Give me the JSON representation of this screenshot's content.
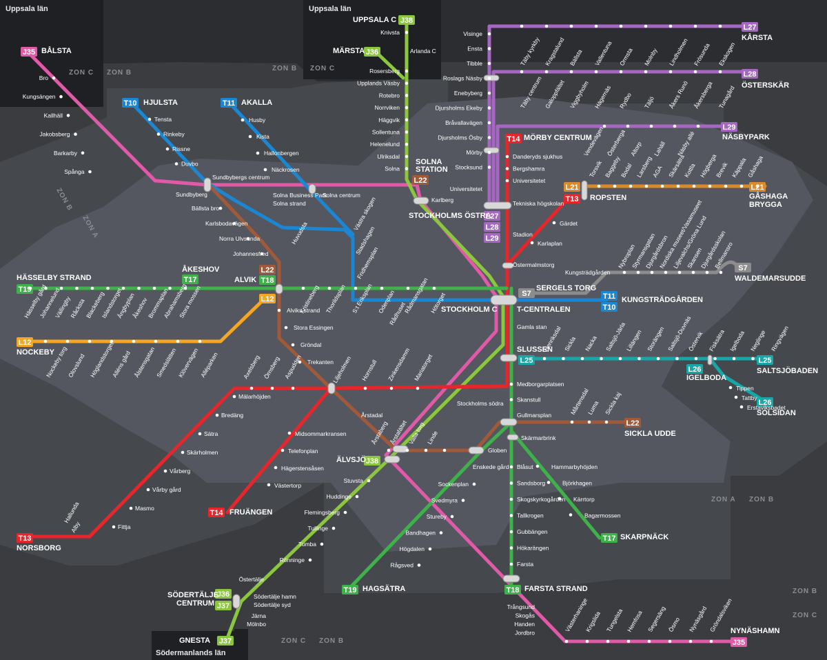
{
  "regions": {
    "uppsala_left": "Uppsala län",
    "uppsala_top": "Uppsala län",
    "sodermanland": "Södermanlands län"
  },
  "zones": [
    {
      "id": "z1",
      "text": "ZON C"
    },
    {
      "id": "z2",
      "text": "ZON B"
    },
    {
      "id": "z3",
      "text": "ZON B"
    },
    {
      "id": "z4",
      "text": "ZON C"
    },
    {
      "id": "z5",
      "text": "ZON B"
    },
    {
      "id": "z6",
      "text": "ZON A"
    },
    {
      "id": "z7",
      "text": "ZON A"
    },
    {
      "id": "z8",
      "text": "ZON B"
    },
    {
      "id": "z9",
      "text": "ZON B"
    },
    {
      "id": "z10",
      "text": "ZON C"
    },
    {
      "id": "z11",
      "text": "ZON C"
    },
    {
      "id": "z12",
      "text": "ZON B"
    }
  ],
  "lines": {
    "T10": {
      "color": "#1b87d3"
    },
    "T11": {
      "color": "#1b87d3"
    },
    "T13": {
      "color": "#e6262b"
    },
    "T14": {
      "color": "#e6262b"
    },
    "T17": {
      "color": "#3fb14a"
    },
    "T18": {
      "color": "#3fb14a"
    },
    "T19": {
      "color": "#3fb14a"
    },
    "L12": {
      "color": "#f5a623"
    },
    "L21": {
      "color": "#d98a2b"
    },
    "L22": {
      "color": "#a05a3a"
    },
    "L25": {
      "color": "#18a7a7"
    },
    "L26": {
      "color": "#18a7a7"
    },
    "L27": {
      "color": "#a667c2"
    },
    "L28": {
      "color": "#a667c2"
    },
    "L29": {
      "color": "#a667c2"
    },
    "S7": {
      "color": "#8c8c8c"
    },
    "J35": {
      "color": "#e05aa8"
    },
    "J36": {
      "color": "#8cc63f"
    },
    "J37": {
      "color": "#8cc63f"
    },
    "J38": {
      "color": "#8cc63f"
    }
  },
  "terminals": [
    {
      "id": "balsta",
      "line": "J35",
      "name": "BÅLSTA"
    },
    {
      "id": "uppsala",
      "line": "J38",
      "name": "UPPSALA C"
    },
    {
      "id": "marsta",
      "line": "J36",
      "name": "MÄRSTA"
    },
    {
      "id": "hjulsta",
      "line": "T10",
      "name": "HJULSTA"
    },
    {
      "id": "akalla",
      "line": "T11",
      "name": "AKALLA"
    },
    {
      "id": "karsta",
      "line": "L27",
      "name": "KÅRSTA"
    },
    {
      "id": "osterskar",
      "line": "L28",
      "name": "ÖSTERSKÄR"
    },
    {
      "id": "nasbypark",
      "line": "L29",
      "name": "NÄSBYPARK"
    },
    {
      "id": "morby",
      "line": "T14",
      "name": "MÖRBY CENTRUM"
    },
    {
      "id": "gashaga",
      "line": "L21",
      "name": "GÅSHAGA"
    },
    {
      "id": "hasselby",
      "line": "T19",
      "name": "HÄSSELBY STRAND"
    },
    {
      "id": "akeshov",
      "line": "T17",
      "name": "ÅKESHOV"
    },
    {
      "id": "nockeby",
      "line": "L12",
      "name": "NOCKEBY"
    },
    {
      "id": "waldemars",
      "line": "S7",
      "name": "WALDEMARSUDDE"
    },
    {
      "id": "kungstradg",
      "line": "T11",
      "name": "KUNGSTRÄDGÅRDEN"
    },
    {
      "id": "saltsjobaden",
      "line": "L25",
      "name": "SALTSJÖBADEN"
    },
    {
      "id": "solsidan",
      "line": "L26",
      "name": "SOLSIDAN"
    },
    {
      "id": "sickla",
      "line": "L22",
      "name": "SICKLA UDDE"
    },
    {
      "id": "skarpnack",
      "line": "T17",
      "name": "SKARPNÄCK"
    },
    {
      "id": "fruangen",
      "line": "T14",
      "name": "FRUÄNGEN"
    },
    {
      "id": "norsborg",
      "line": "T13",
      "name": "NORSBORG"
    },
    {
      "id": "hagsatra",
      "line": "T19",
      "name": "HAGSÄTRA"
    },
    {
      "id": "farsta",
      "line": "T18",
      "name": "FARSTA STRAND"
    },
    {
      "id": "sodertalje",
      "line": "J36",
      "name": "SÖDERTÄLJE"
    },
    {
      "id": "gnesta",
      "line": "J37",
      "name": "GNESTA"
    },
    {
      "id": "nynashamn",
      "line": "J35",
      "name": "NYNÄSHAMN"
    },
    {
      "id": "alvsjo",
      "line": "J38",
      "name": "ÄLVSJÖ"
    }
  ],
  "terminal_extras": {
    "alvik": "ALVIK",
    "ropsten": "ROPSTEN",
    "brygga": "BRYGGA",
    "solna_station": "SOLNA",
    "solna_station2": "STATION",
    "stockholms_ostra": "STOCKHOLMS ÖSTRA",
    "stockholm_c": "STOCKHOLM C",
    "t_centralen": "T-CENTRALEN",
    "slussen": "SLUSSEN",
    "sergels_torg": "SERGELS TORG",
    "igelboda": "IGELBODA",
    "centrum": "CENTRUM"
  },
  "stations": {
    "j35_north": [
      "Bro",
      "Kungsängen",
      "Kallhäll",
      "Jakobsberg",
      "Barkarby",
      "Spånga"
    ],
    "sundbyberg": "Sundbyberg",
    "j_north": [
      "Knivsta",
      "Arlanda C",
      "Rosersberg",
      "Upplands Väsby",
      "Rotebro",
      "Norrviken",
      "Häggvik",
      "Sollentuna",
      "Helenelund",
      "Ulriksdal",
      "Solna"
    ],
    "karlberg": "Karlberg",
    "t10_north": [
      "Tensta",
      "Rinkeby",
      "Rissne",
      "Duvbo",
      "Sundbybergs centrum",
      "Solna Business Park",
      "Solna strand",
      "Huvudsta",
      "Västra skogen",
      "Stadshagen",
      "Fridhemsplan",
      "Rådhuset"
    ],
    "t11_north": [
      "Husby",
      "Kista",
      "Hallonbergen",
      "Näckrosen",
      "Solna centrum"
    ],
    "l22_north": [
      "Bällsta bro",
      "Karlsbodavägen",
      "Norra Ulvsunda",
      "Johannesfred"
    ],
    "l27": [
      "Visinge",
      "Ensta",
      "Tibble",
      "Roslags Näsby",
      "Enebyberg",
      "Djursholms Ekeby",
      "Bråvallavägen",
      "Djursholms Ösby",
      "Mörby",
      "Stocksund",
      "Universitetet",
      "Tekniska högskolan",
      "Stadion"
    ],
    "l27_branch": [
      "Täby kyrkby",
      "Kragstalund",
      "Bällsta",
      "Vallentuna",
      "Ormsta",
      "Molnby",
      "Lindholmen",
      "Frösunda",
      "Ekskogen"
    ],
    "l28_branch": [
      "Täby centrum",
      "Galoppfältet",
      "Viggbyholm",
      "Hägernäs",
      "Rydbo",
      "Täljö",
      "Åkers Runö",
      "Åkersberga",
      "Tunagård"
    ],
    "l29_branch": [
      "Vendevägen",
      "Österberga",
      "Altorp",
      "Lahäll",
      "Näsby allé"
    ],
    "t14_north": [
      "Danderyds sjukhus",
      "Bergshamra",
      "Universitetet",
      "Tekniska högskolan",
      "Stadion",
      "Gärdet",
      "Karlaplan",
      "Östermalmstorg"
    ],
    "l21": [
      "Torsvik",
      "Baggeby",
      "Bodal",
      "Larsberg",
      "AGA",
      "Skärsätra",
      "Kottla",
      "Högberga",
      "Brevik",
      "Käppala",
      "Gåshaga"
    ],
    "green_west": [
      "Hässelby gård",
      "Johannelund",
      "Vällingby",
      "Råcksta",
      "Blackeberg",
      "Islandstorget",
      "Ängbyplan",
      "Åkeshov",
      "Brommaplan",
      "Abrahamsberg",
      "Stora mossen",
      "Kristineberg",
      "Thorildsplan",
      "S:t Eriksplan",
      "Odenplan",
      "Rådmansgatan",
      "Hötorget"
    ],
    "l12": [
      "Nockeby torg",
      "Olovslund",
      "Höglandstorget",
      "Alléns gård",
      "Ålstensgatan",
      "Smedslätten",
      "Klövervägen",
      "Alléparken"
    ],
    "s7": [
      "Kungsträdgården",
      "Nybroplan",
      "Styrmansgatan",
      "Djurgårdsbron",
      "Nordiska museet/Vasamuseet",
      "Liljevalchs/Gröna Lund",
      "Skansen",
      "Djurgårdsskolan",
      "Bellmansro"
    ],
    "l22_south": [
      "Alviks strand",
      "Stora Essingen",
      "Gröndal",
      "Trekanten",
      "Liljeholmen",
      "Årstadal",
      "Årstaberg",
      "Årstafältet",
      "Valla torg",
      "Linde",
      "Globen"
    ],
    "t13_west": [
      "Mälarhöjden",
      "Bredäng",
      "Sätra",
      "Skärholmen",
      "Vårberg",
      "Vårby gård",
      "Masmo",
      "Fittja",
      "Alby",
      "Hallunda",
      "Axelsberg",
      "Örnsberg",
      "Aspudden",
      "Hornstull",
      "Zinkensdamm",
      "Mariatorget"
    ],
    "t14_south": [
      "Midsommarkransen",
      "Telefonplan",
      "Hägerstensåsen",
      "Västertorp"
    ],
    "south_central": [
      "Gamla stan",
      "Medborgarplatsen",
      "Skanstull",
      "Gullmarsplan",
      "Skärmarbrink"
    ],
    "l25": [
      "Henriksdal",
      "Sickla",
      "Nacka",
      "Saltsjö-Järla",
      "Lillängen",
      "Storängen",
      "Saltsjö-Duvnäs",
      "Östervik",
      "Fisksätra",
      "Igelboda",
      "Neglinge",
      "Ringvägen"
    ],
    "l26": [
      "Tippen",
      "Tattby",
      "Erstaviksbadet"
    ],
    "l22_east": [
      "Mårtensdal",
      "Luma",
      "Sickla kaj"
    ],
    "t17_south": [
      "Hammarbyhöjden",
      "Björkhagen",
      "Kärrtorp",
      "Bagarmossen"
    ],
    "t18_south": [
      "Blåsut",
      "Sandsborg",
      "Skogskyrkogården",
      "Tallkrogen",
      "Gubbängen",
      "Hökarängen",
      "Farsta"
    ],
    "t19_south": [
      "Enskede gård",
      "Sockenplan",
      "Svedmyra",
      "Stureby",
      "Bandhagen",
      "Högdalen",
      "Rågsved"
    ],
    "j_south": [
      "Stockholms södra",
      "Stuvsta",
      "Huddinge",
      "Flemingsberg",
      "Tullinge",
      "Tumba",
      "Rönninge",
      "Östertälje",
      "Södertälje hamn",
      "Södertälje syd",
      "Järna",
      "Mölnbo"
    ],
    "j35_south": [
      "Trångsund",
      "Skogås",
      "Handen",
      "Jordbro",
      "Västerhaninge",
      "Krigslida",
      "Tungelsta",
      "Hemfosa",
      "Segersäng",
      "Ösmo",
      "Nynäsgård",
      "Gröndalsviken"
    ]
  }
}
